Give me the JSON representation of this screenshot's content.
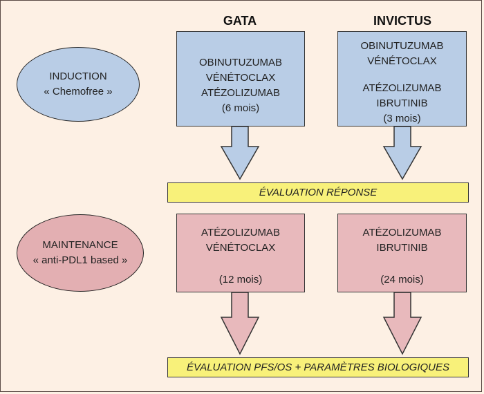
{
  "columns": {
    "left": "GATA",
    "right": "INVICTUS"
  },
  "induction": {
    "title": "INDUCTION",
    "subtitle": "« Chemofree »"
  },
  "maintenance": {
    "title": "MAINTENANCE",
    "subtitle": "« anti-PDL1 based »"
  },
  "gata_induction": {
    "l1": "OBINUTUZUMAB",
    "l2": "VÉNÉTOCLAX",
    "l3": "ATÉZOLIZUMAB",
    "l4": "(6 mois)"
  },
  "invictus_induction": {
    "l1": "OBINUTUZUMAB",
    "l2": "VÉNÉTOCLAX",
    "l3": "ATÉZOLIZUMAB",
    "l4": "IBRUTINIB",
    "l5": "(3 mois)"
  },
  "evaluation_reponse": "ÉVALUATION RÉPONSE",
  "gata_maintenance": {
    "l1": "ATÉZOLIZUMAB",
    "l2": "VÉNÉTOCLAX",
    "l3": "(12 mois)"
  },
  "invictus_maintenance": {
    "l1": "ATÉZOLIZUMAB",
    "l2": "IBRUTINIB",
    "l3": "(24 mois)"
  },
  "evaluation_finale": "ÉVALUATION PFS/OS + PARAMÈTRES BIOLOGIQUES",
  "colors": {
    "background": "#fdf0e4",
    "blue": "#b9cde6",
    "pink": "#e8b9bc",
    "yellow": "#f8f17a"
  }
}
